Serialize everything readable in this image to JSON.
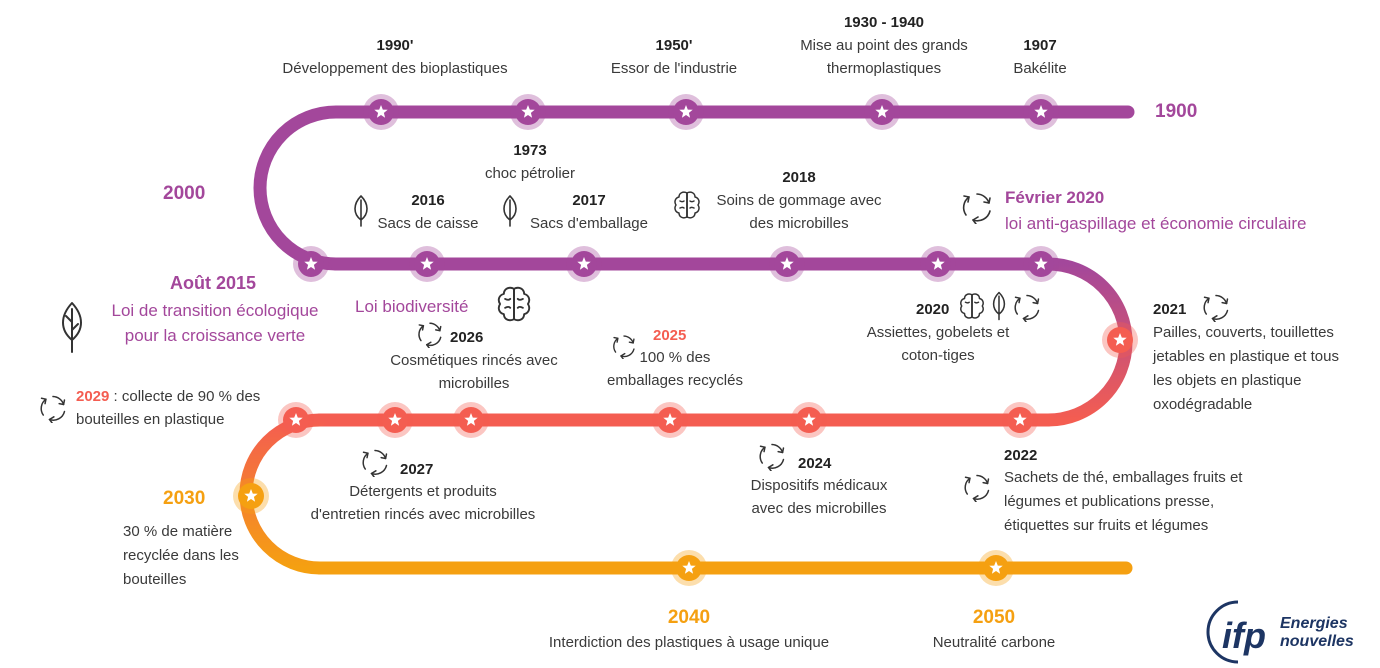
{
  "colors": {
    "purple": "#a3479b",
    "coral": "#f45d51",
    "orange": "#f5a011",
    "text": "#3a3a3a",
    "logo_blue": "#1d3563"
  },
  "row1": {
    "m1990": {
      "year": "1990'",
      "text": "Développement des bioplastiques"
    },
    "m1950": {
      "year": "1950'",
      "text": "Essor de l'industrie"
    },
    "m1930": {
      "year": "1930 - 1940",
      "line1": "Mise au point des grands",
      "line2": "thermoplastiques"
    },
    "m1907": {
      "year": "1907",
      "text": "Bakélite"
    },
    "m1973": {
      "year": "1973",
      "text": "choc pétrolier"
    },
    "start": "1900"
  },
  "row2": {
    "m2016": {
      "year": "2016",
      "text": "Sacs de caisse",
      "icon": "leaf-icon"
    },
    "m2017": {
      "year": "2017",
      "text": "Sacs d'emballage",
      "icon": "leaf-icon"
    },
    "m2018": {
      "year": "2018",
      "line1": "Soins de gommage avec",
      "line2": "des microbilles",
      "icon": "brain-icon"
    },
    "fev2020": {
      "year": "Février 2020",
      "text": "loi anti-gaspillage et économie circulaire",
      "icon": "recycle-icon"
    },
    "aout2015": {
      "year": "Août 2015",
      "line1": "Loi de transition écologique",
      "line2": "pour la croissance verte",
      "icon": "leaf-icon"
    },
    "biodiv": {
      "text": "Loi biodiversité",
      "icon": "brain-icon"
    },
    "left_year": "2000"
  },
  "row3": {
    "m2026": {
      "year": "2026",
      "line1": "Cosmétiques rincés avec",
      "line2": "microbilles",
      "icon": "recycle-icon"
    },
    "m2025": {
      "year": "2025",
      "line1": "100 % des",
      "line2": "emballages recyclés",
      "icon": "recycle-icon"
    },
    "m2020": {
      "year": "2020",
      "line1": "Assiettes, gobelets et",
      "line2": "coton-tiges",
      "icons": [
        "brain-icon",
        "leaf-icon",
        "recycle-icon"
      ]
    },
    "m2021": {
      "year": "2021",
      "line1": "Pailles, couverts, touillettes",
      "line2": "jetables en plastique et tous",
      "line3": "les objets en plastique",
      "line4": "oxodégradable",
      "icon": "recycle-icon"
    },
    "m2029": {
      "year": "2029",
      "rest": " : collecte de 90 % des",
      "line2": "bouteilles en plastique",
      "icon": "recycle-icon"
    }
  },
  "row4": {
    "m2027": {
      "year": "2027",
      "line1": "Détergents et produits",
      "line2": "d'entretien rincés avec microbilles",
      "icon": "recycle-icon"
    },
    "m2024": {
      "year": "2024",
      "line1": "Dispositifs médicaux",
      "line2": "avec des microbilles",
      "icon": "recycle-icon"
    },
    "m2022": {
      "year": "2022",
      "line1": "Sachets de thé, emballages fruits et",
      "line2": "légumes et publications presse,",
      "line3": "étiquettes sur fruits et légumes",
      "icon": "recycle-icon"
    },
    "m2030": {
      "year": "2030",
      "line1": "30 % de matière",
      "line2": "recyclée dans les",
      "line3": "bouteilles"
    }
  },
  "row5": {
    "m2040": {
      "year": "2040",
      "text": "Interdiction des plastiques à usage unique"
    },
    "m2050": {
      "year": "2050",
      "text": "Neutralité carbone"
    }
  },
  "logo": {
    "mark": "ifp",
    "line1": "Energies",
    "line2": "nouvelles"
  }
}
